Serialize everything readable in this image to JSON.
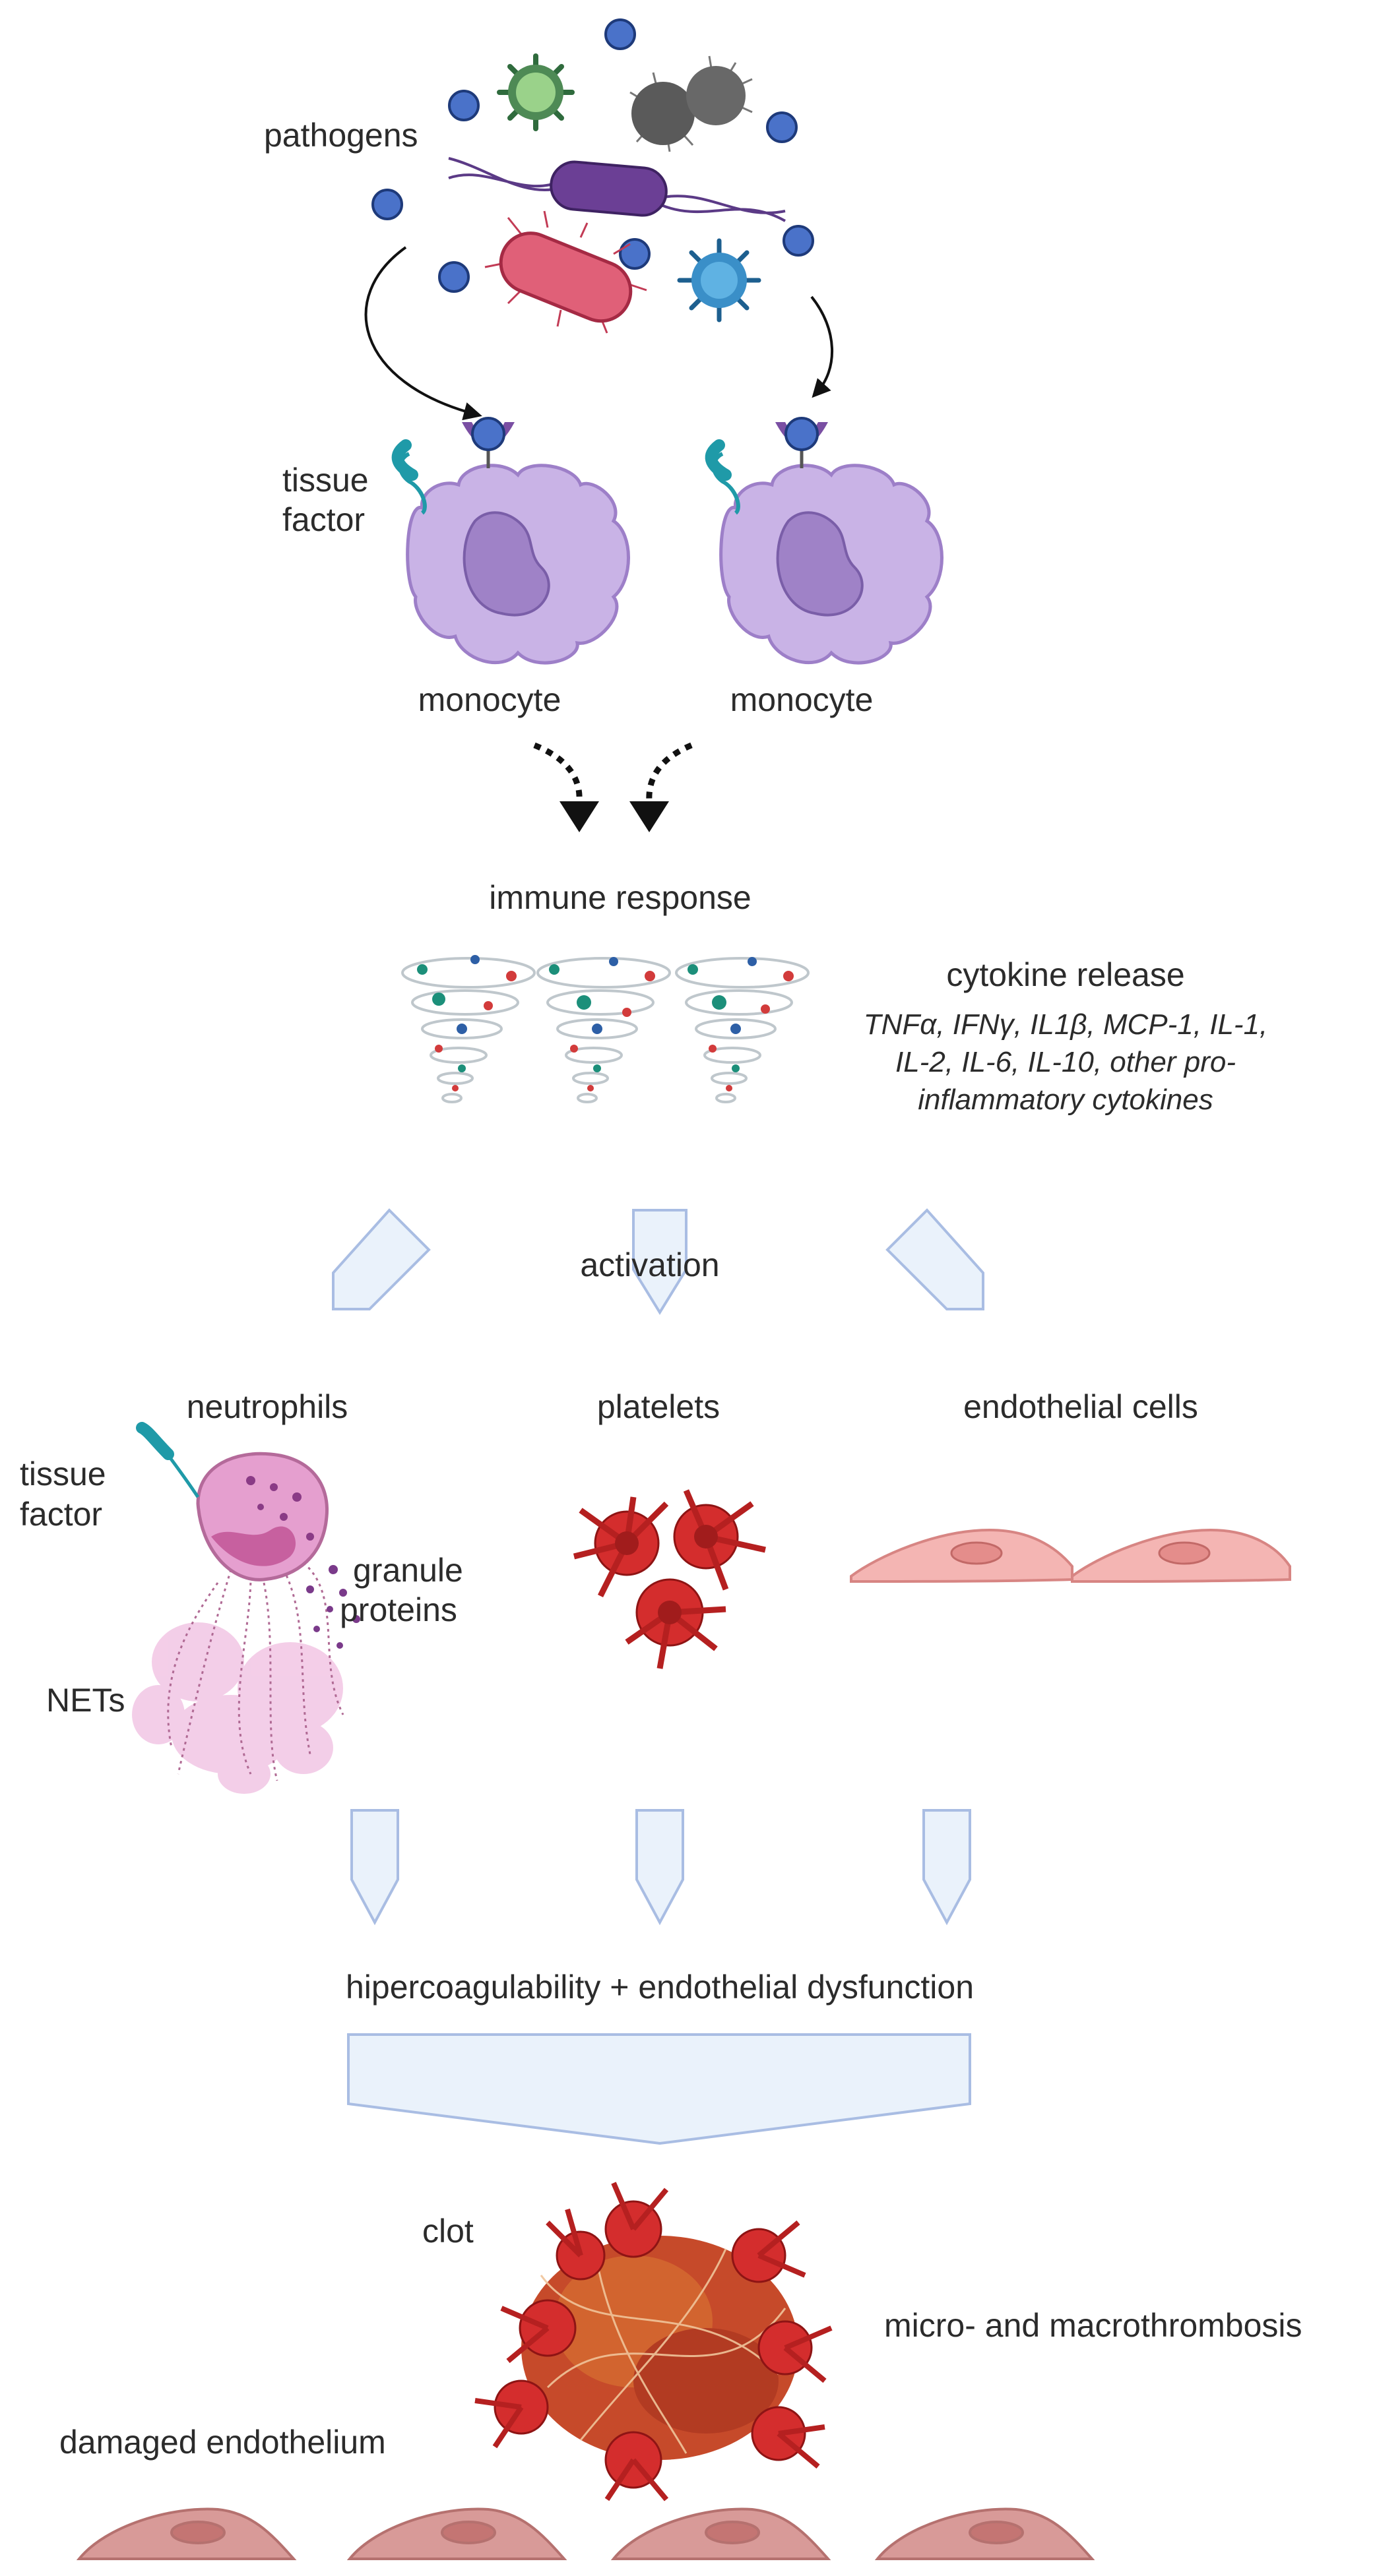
{
  "labels": {
    "pathogens": "pathogens",
    "tissue_factor_1": "tissue",
    "tissue_factor_2": "factor",
    "monocyte_left": "monocyte",
    "monocyte_right": "monocyte",
    "immune_response": "immune response",
    "cytokine_release": "cytokine release",
    "cytokine_list_1": "TNFα, IFNγ, IL1β, MCP-1, IL-1,",
    "cytokine_list_2": "IL-2, IL-6, IL-10, other pro-",
    "cytokine_list_3": "inflammatory cytokines",
    "activation": "activation",
    "neutrophils": "neutrophils",
    "platelets": "platelets",
    "endothelial_cells": "endothelial cells",
    "tissue_factor_n1": "tissue",
    "tissue_factor_n2": "factor",
    "granule_1": "granule",
    "granule_2": "proteins",
    "nets": "NETs",
    "hypercoag": "hipercoagulability + endothelial dysfunction",
    "clot": "clot",
    "thrombosis": "micro- and macrothrombosis",
    "damaged_endothelium": "damaged endothelium"
  },
  "colors": {
    "monocyte": "#c9b3e6",
    "monocyte_dark": "#9d7fc8",
    "receptor": "#7a4fa3",
    "antigen": "#4a72c9",
    "tissue_factor": "#1f9aa8",
    "arrow_fill": "#eaf2fb",
    "arrow_stroke": "#a9bde3",
    "platelet": "#d42d2d",
    "endothelial": "#f4b5b3",
    "damaged_endothelial": "#d89a98",
    "neutrophil": "#e59fcf",
    "clot": "#c64a2a"
  }
}
